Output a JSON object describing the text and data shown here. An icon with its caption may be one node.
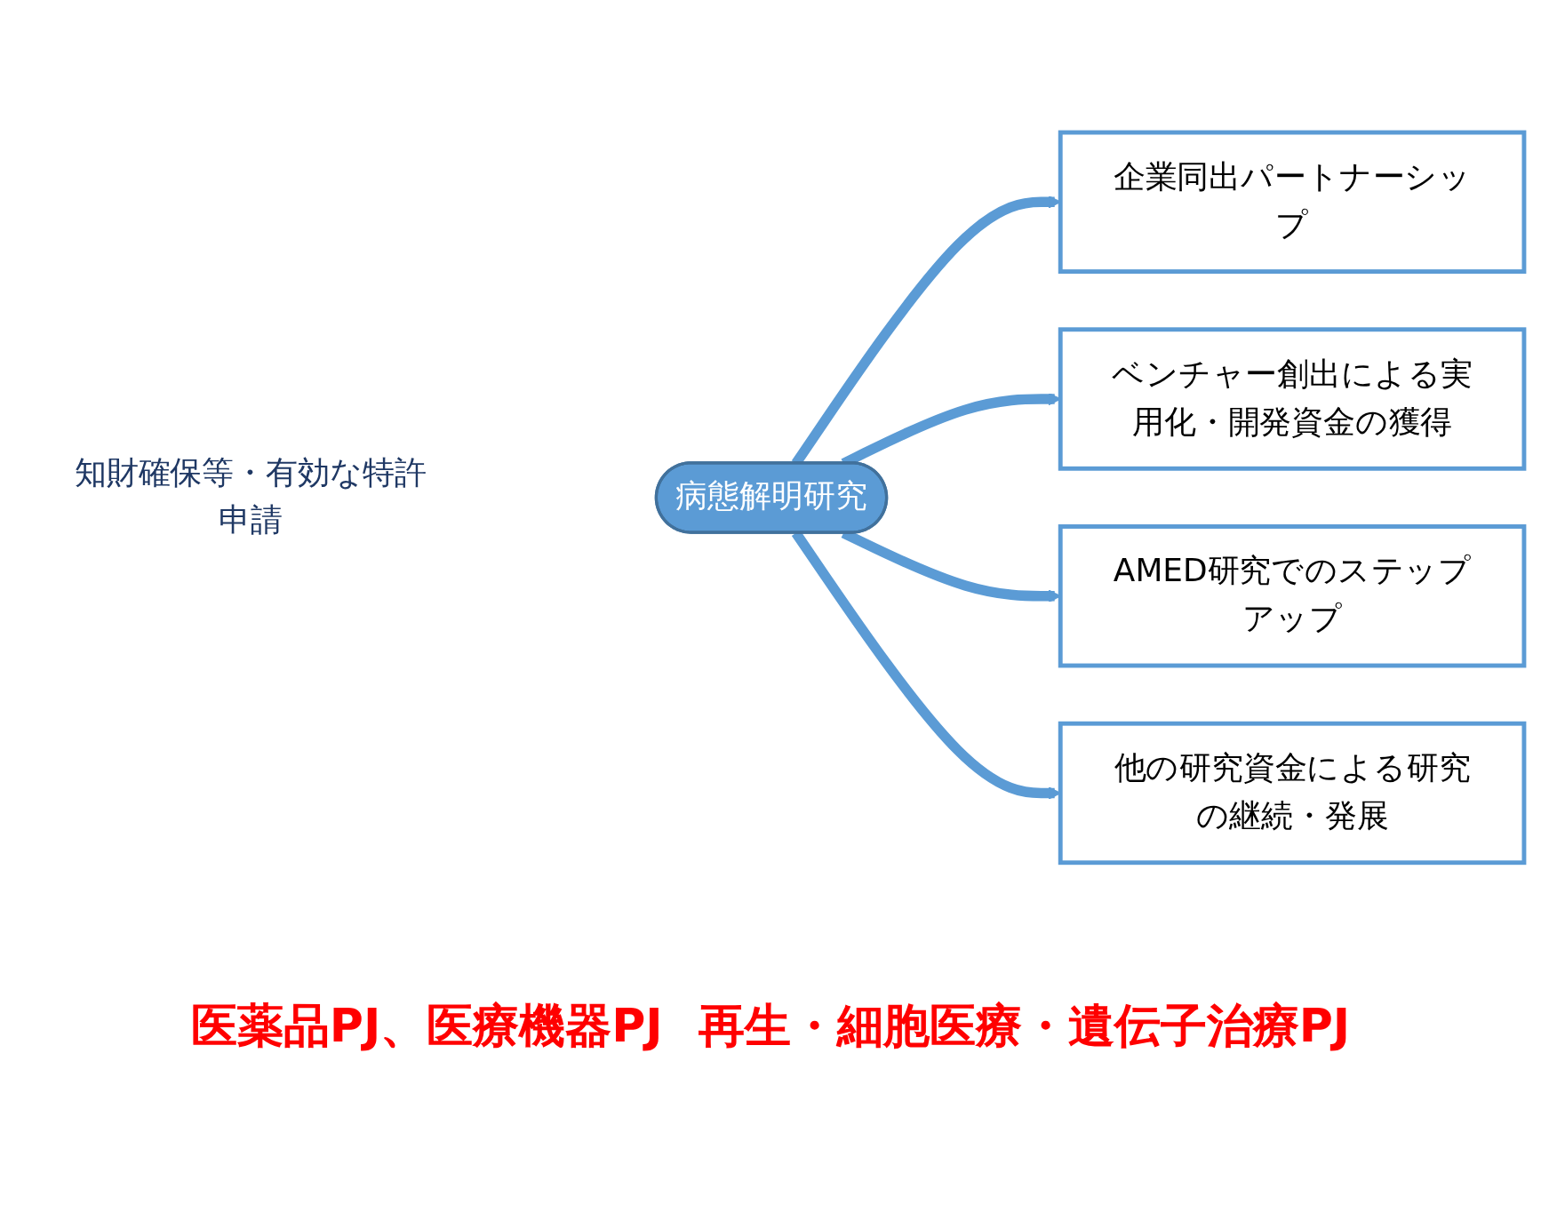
{
  "diagram": {
    "nodes": [
      {
        "text": [
          "企業同出パートナーシップ"
        ]
      },
      {
        "text": [
          "ベンチャー創出による実用化・開発資金の獲得"
        ]
      },
      {
        "text": [
          "知財確保等・有効な特許申請"
        ]
      },
      {
        "text": [
          "病態解明研究"
        ]
      },
      {
        "text": [
          "AMED研究でのステップアップ"
        ]
      },
      {
        "text": [
          "他の研究資金による研究の継続・発展"
        ]
      }
    ],
    "edges": [
      {
        "from": 3,
        "to": 0,
        "arrow": "to"
      },
      {
        "from": 3,
        "to": 1,
        "arrow": "to"
      },
      {
        "from": 3,
        "to": 4,
        "arrow": "to"
      },
      {
        "from": 3,
        "to": 5,
        "arrow": "to"
      }
    ],
    "labels": [
      "医薬品PJ、医療機器PJ",
      "再生・細胞医療・遺伝子治療PJ"
    ]
  }
}
